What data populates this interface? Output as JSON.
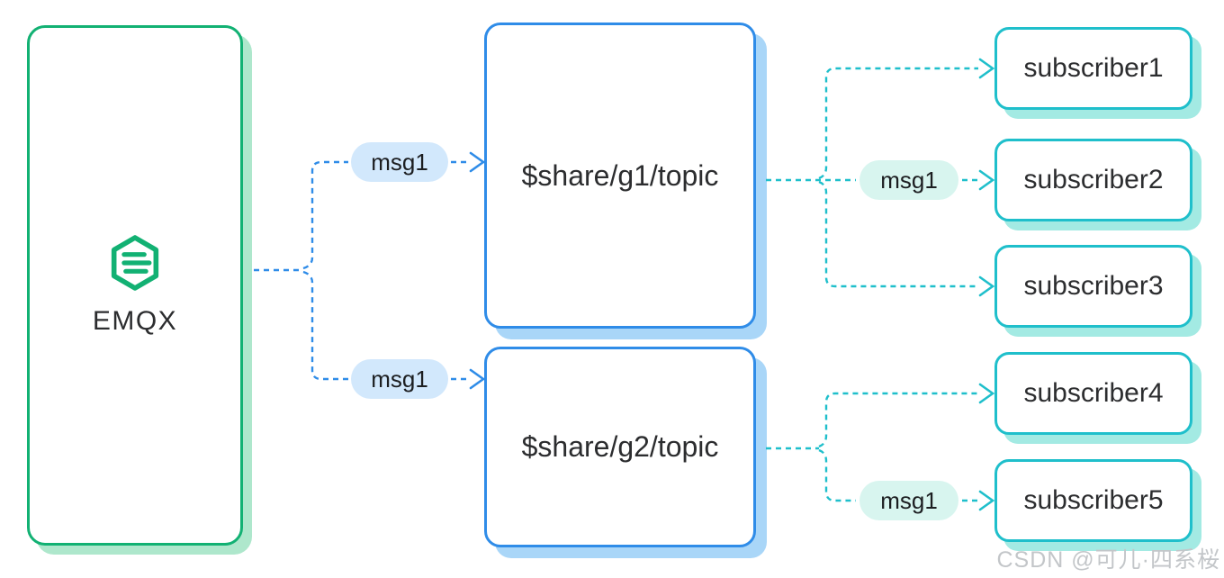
{
  "broker": {
    "name": "EMQX",
    "logo": "emqx-hexagon-logo"
  },
  "topics": [
    {
      "name": "$share/g1/topic"
    },
    {
      "name": "$share/g2/topic"
    }
  ],
  "subscribers": [
    {
      "name": "subscriber1"
    },
    {
      "name": "subscriber2"
    },
    {
      "name": "subscriber3"
    },
    {
      "name": "subscriber4"
    },
    {
      "name": "subscriber5"
    }
  ],
  "messages": {
    "emqx_to_g1": "msg1",
    "emqx_to_g2": "msg1",
    "g1_to_subscriber2": "msg1",
    "g2_to_subscriber5": "msg1"
  },
  "watermark": "CSDN @可儿·四系桜",
  "colors": {
    "green": "#12b173",
    "green-light": "#aee7cc",
    "blue": "#2f8ce8",
    "blue-light": "#a9d6f8",
    "pill-blue": "#d2e8fc",
    "teal": "#1fbfcb",
    "teal-light": "#a3eae3",
    "pill-teal": "#d8f5ef",
    "text": "#2c2d2f",
    "watermark": "#c3c6c9"
  }
}
